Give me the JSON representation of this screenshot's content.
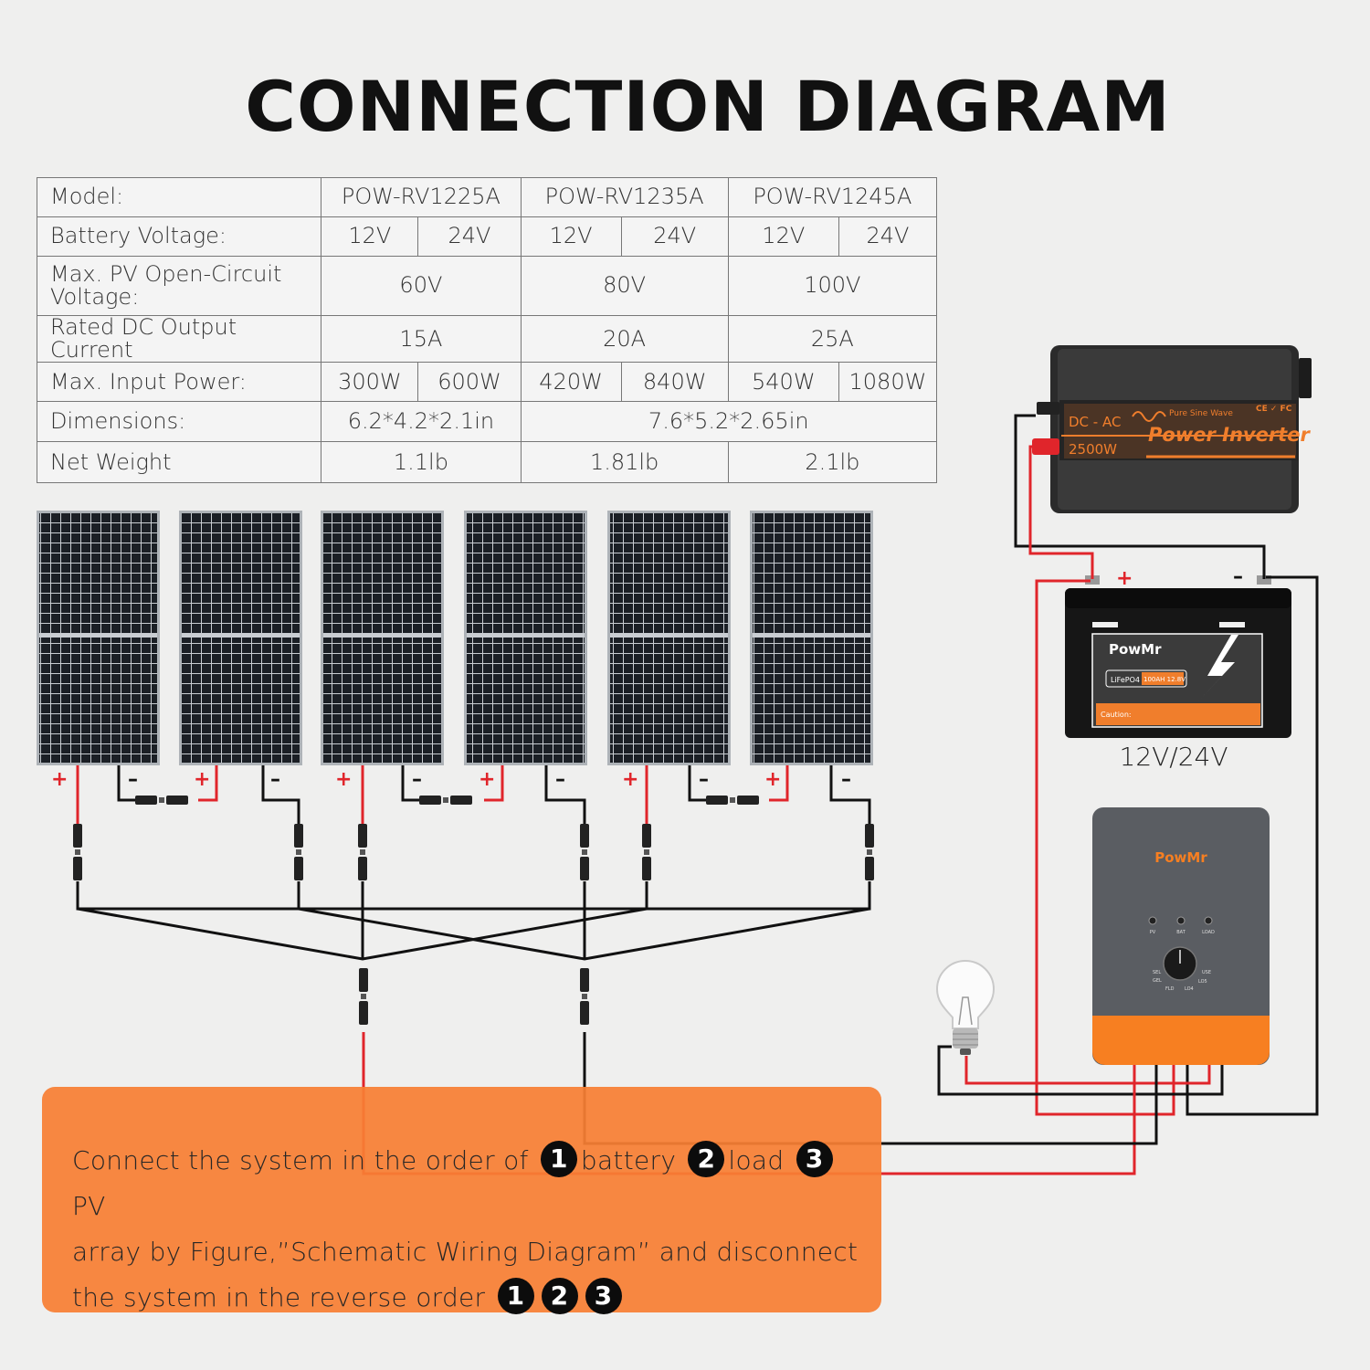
{
  "title": "CONNECTION DIAGRAM",
  "table": {
    "model_label": "Model:",
    "models": [
      "POW-RV1225A",
      "POW-RV1235A",
      "POW-RV1245A"
    ],
    "battery_voltage_label": "Battery Voltage:",
    "battery_voltages": [
      "12V",
      "24V",
      "12V",
      "24V",
      "12V",
      "24V"
    ],
    "pv_voltage_label": "Max. PV Open-Circuit Voltage:",
    "pv_voltages": [
      "60V",
      "80V",
      "100V"
    ],
    "dc_current_label": "Rated DC Output Current",
    "dc_currents": [
      "15A",
      "20A",
      "25A"
    ],
    "input_power_label": "Max. Input Power:",
    "input_powers": [
      "300W",
      "600W",
      "420W",
      "840W",
      "540W",
      "1080W"
    ],
    "dimensions_label": "Dimensions:",
    "dimensions": [
      "6.2*4.2*2.1in",
      "7.6*5.2*2.65in"
    ],
    "weight_label": "Net Weight",
    "weights": [
      "1.1lb",
      "1.81lb",
      "2.1lb"
    ]
  },
  "panels": {
    "plus": "+",
    "minus": "–"
  },
  "inverter": {
    "type_label": "DC - AC",
    "power_label": "2500W",
    "wave_label": "Pure Sine Wave",
    "name_label": "Power Inverter",
    "cert_label": "CE ✓ FC"
  },
  "battery": {
    "brand": "PowMr",
    "chem_label": "LiFePO4",
    "spec_label": "100AH 12.8V",
    "caution_label": "Caution:",
    "voltage_label": "12V/24V",
    "plus": "+",
    "minus": "–"
  },
  "controller": {
    "brand": "PowMr",
    "led_labels": [
      "PV",
      "BAT",
      "LOAD"
    ],
    "knob_labels": [
      "SEL",
      "GEL",
      "FLD",
      "LO4",
      "LO5",
      "USE"
    ]
  },
  "instructions": {
    "part1": "Connect the system in the order of",
    "n1": "1",
    "step1": "battery",
    "n2": "2",
    "step2": "load",
    "n3": "3",
    "step3": "PV",
    "part2": "array by Figure,”Schematic Wiring Diagram” and disconnect",
    "part3": "the system in the reverse order",
    "r1": "1",
    "r2": "2",
    "r3": "3"
  },
  "colors": {
    "accent": "#f77f34",
    "wire_red": "#e0252b",
    "wire_black": "#111111",
    "panel_cell": "#1d2127",
    "device_dark": "#3a3a3a"
  }
}
